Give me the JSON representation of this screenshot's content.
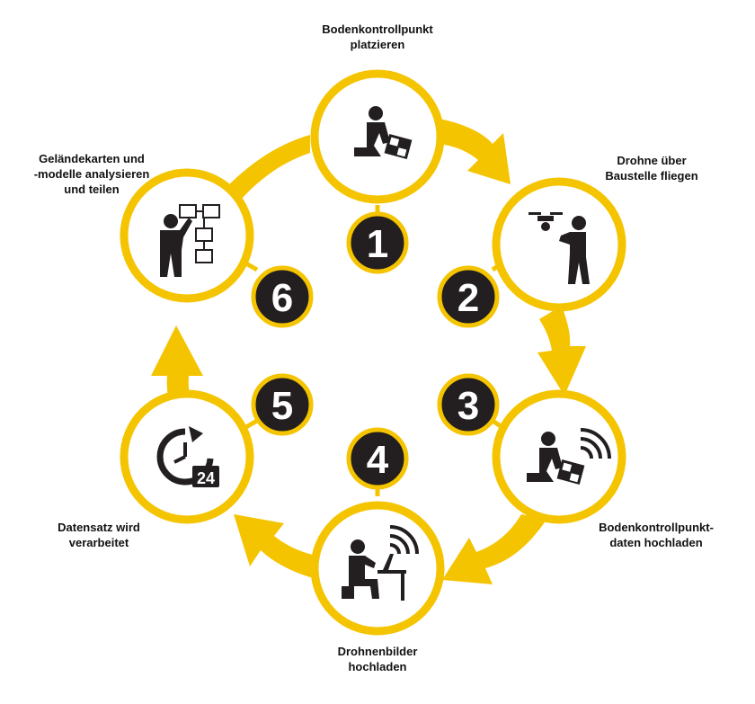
{
  "colors": {
    "accent": "#F5C400",
    "dark": "#231F20",
    "badge_text": "#FFFFFF",
    "background": "#FFFFFF"
  },
  "steps": [
    {
      "number": "1",
      "icon": "kneeling-person-placing-marker-icon",
      "label_lines": [
        "Bodenkontrollpunkt",
        "platzieren"
      ]
    },
    {
      "number": "2",
      "icon": "person-flying-drone-icon",
      "label_lines": [
        "Drohne über",
        "Baustelle fliegen"
      ]
    },
    {
      "number": "3",
      "icon": "kneeling-person-marker-wifi-icon",
      "label_lines": [
        "Bodenkontrollpunkt-",
        "daten hochladen"
      ]
    },
    {
      "number": "4",
      "icon": "person-at-laptop-wifi-icon",
      "label_lines": [
        "Drohnenbilder",
        "hochladen"
      ]
    },
    {
      "number": "5",
      "icon": "clock-24-icon",
      "label_lines": [
        "Datensatz wird",
        "verarbeitet"
      ]
    },
    {
      "number": "6",
      "icon": "person-presenting-network-icon",
      "label_lines": [
        "Geländekarten und",
        "-modelle analysieren",
        "und teilen"
      ]
    }
  ]
}
